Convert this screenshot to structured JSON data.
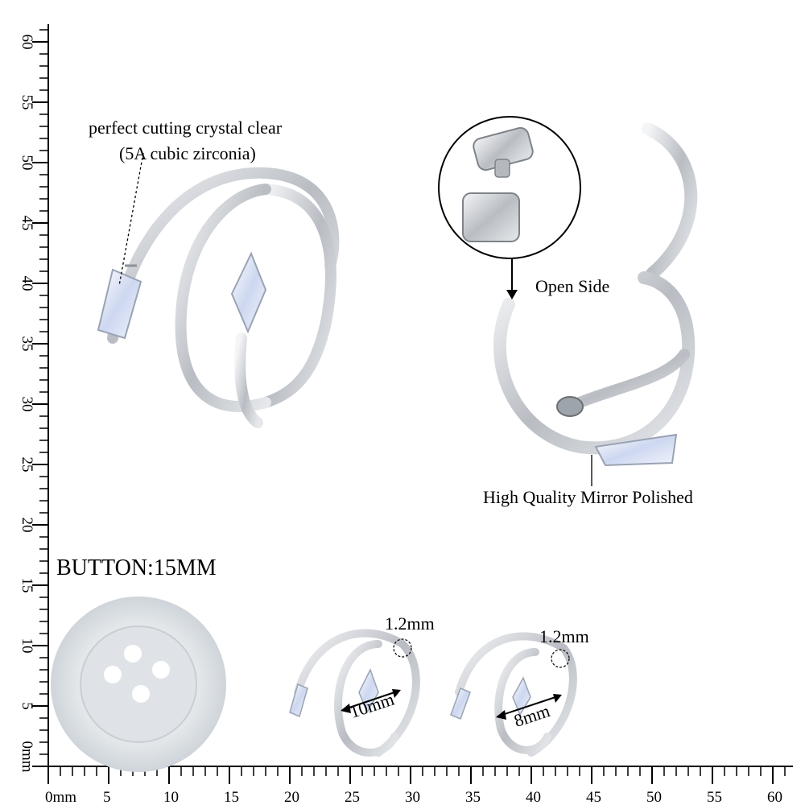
{
  "ruler": {
    "unit_label": "mm",
    "bottom_ticks": [
      "0mm",
      "5",
      "10",
      "15",
      "20",
      "25",
      "30",
      "35",
      "40",
      "45",
      "50",
      "55",
      "60"
    ],
    "left_ticks": [
      "0mm",
      "5",
      "10",
      "15",
      "20",
      "25",
      "30",
      "35",
      "40",
      "45",
      "50",
      "55",
      "60"
    ]
  },
  "annotations": {
    "crystal_line1": "perfect cutting crystal clear",
    "crystal_line2": "(5A cubic zirconia)",
    "open_side": "Open Side",
    "polished": "High Quality Mirror Polished",
    "button": "BUTTON:15MM",
    "thickness_a": "1.2mm",
    "thickness_b": "1.2mm",
    "diameter_a": "10mm",
    "diameter_b": "8mm"
  },
  "colors": {
    "metal": "#c9ccd1",
    "metal_dark": "#8d9197",
    "gem": "#dfe6f7",
    "button": "#e9ecef"
  }
}
